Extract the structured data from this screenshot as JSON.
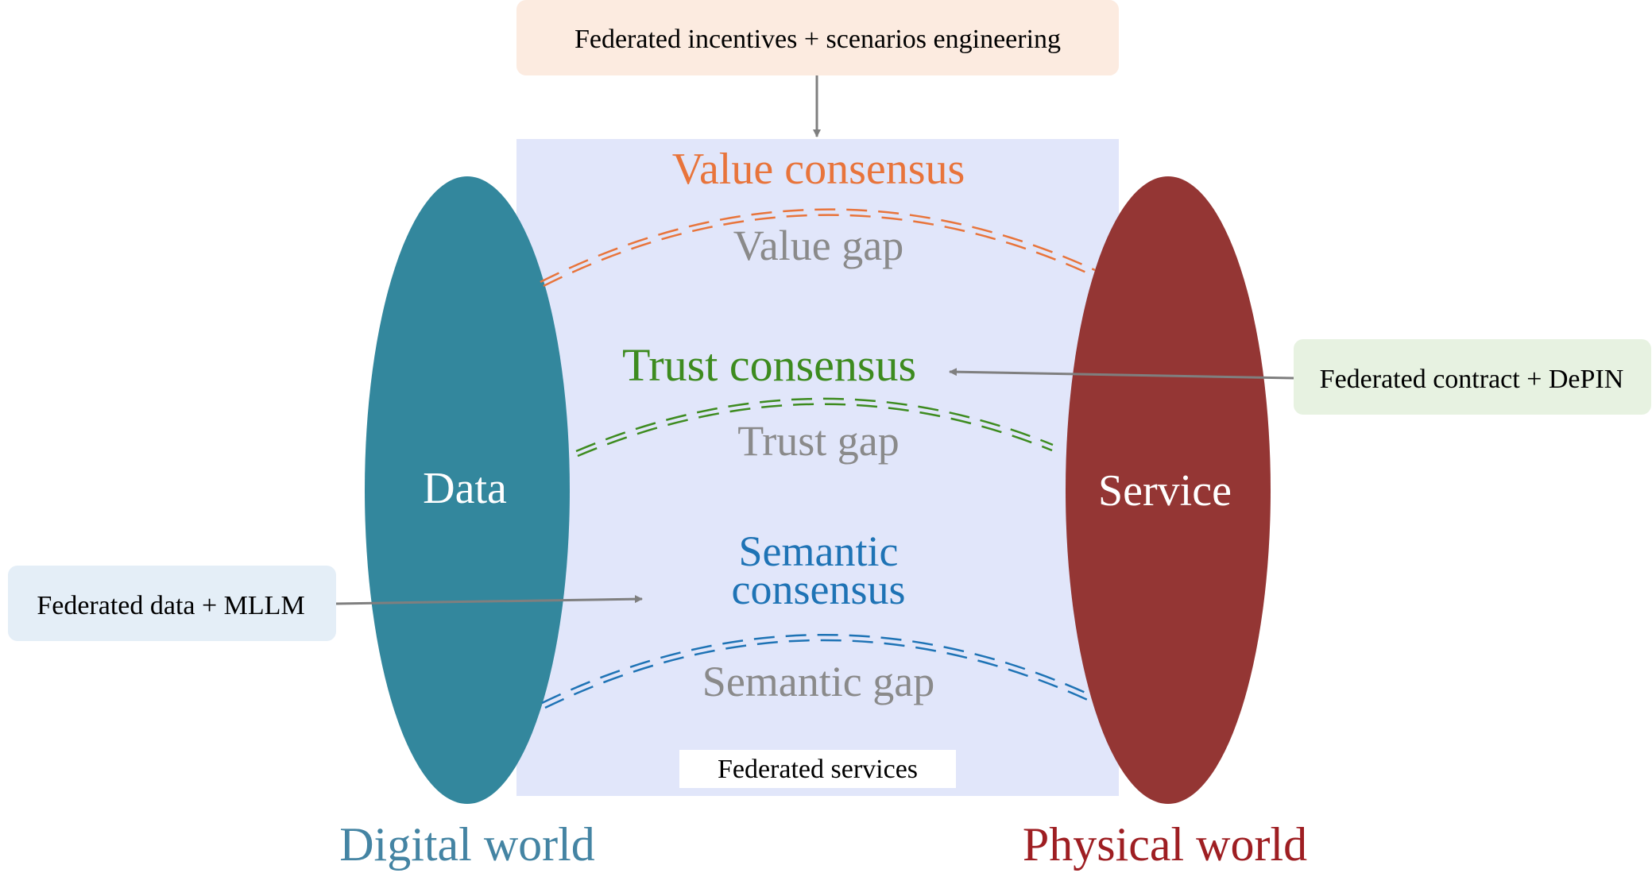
{
  "boxes": {
    "top": "Federated incentives + scenarios engineering",
    "right": "Federated contract + DePIN",
    "left": "Federated data + MLLM",
    "bottom": "Federated services"
  },
  "consensus": {
    "value": "Value consensus",
    "trust": "Trust consensus",
    "semantic_line1": "Semantic",
    "semantic_line2": "consensus"
  },
  "gaps": {
    "value": "Value gap",
    "trust": "Trust gap",
    "semantic": "Semantic gap"
  },
  "ellipses": {
    "left": "Data",
    "right": "Service"
  },
  "worlds": {
    "digital": "Digital world",
    "physical": "Physical world"
  },
  "colors": {
    "panel": "#e1e6fa",
    "data_ellipse": "#33879d",
    "service_ellipse": "#943634",
    "value": "#e8743b",
    "trust": "#3d8b1f",
    "semantic": "#1e73b5",
    "gap": "#8a8a8a",
    "digital": "#4484a3",
    "physical": "#9e1e22",
    "top_box": "#fcebe0",
    "right_box": "#e7f2e1",
    "left_box": "#e4eef7",
    "arrow": "#7f7f7f"
  }
}
